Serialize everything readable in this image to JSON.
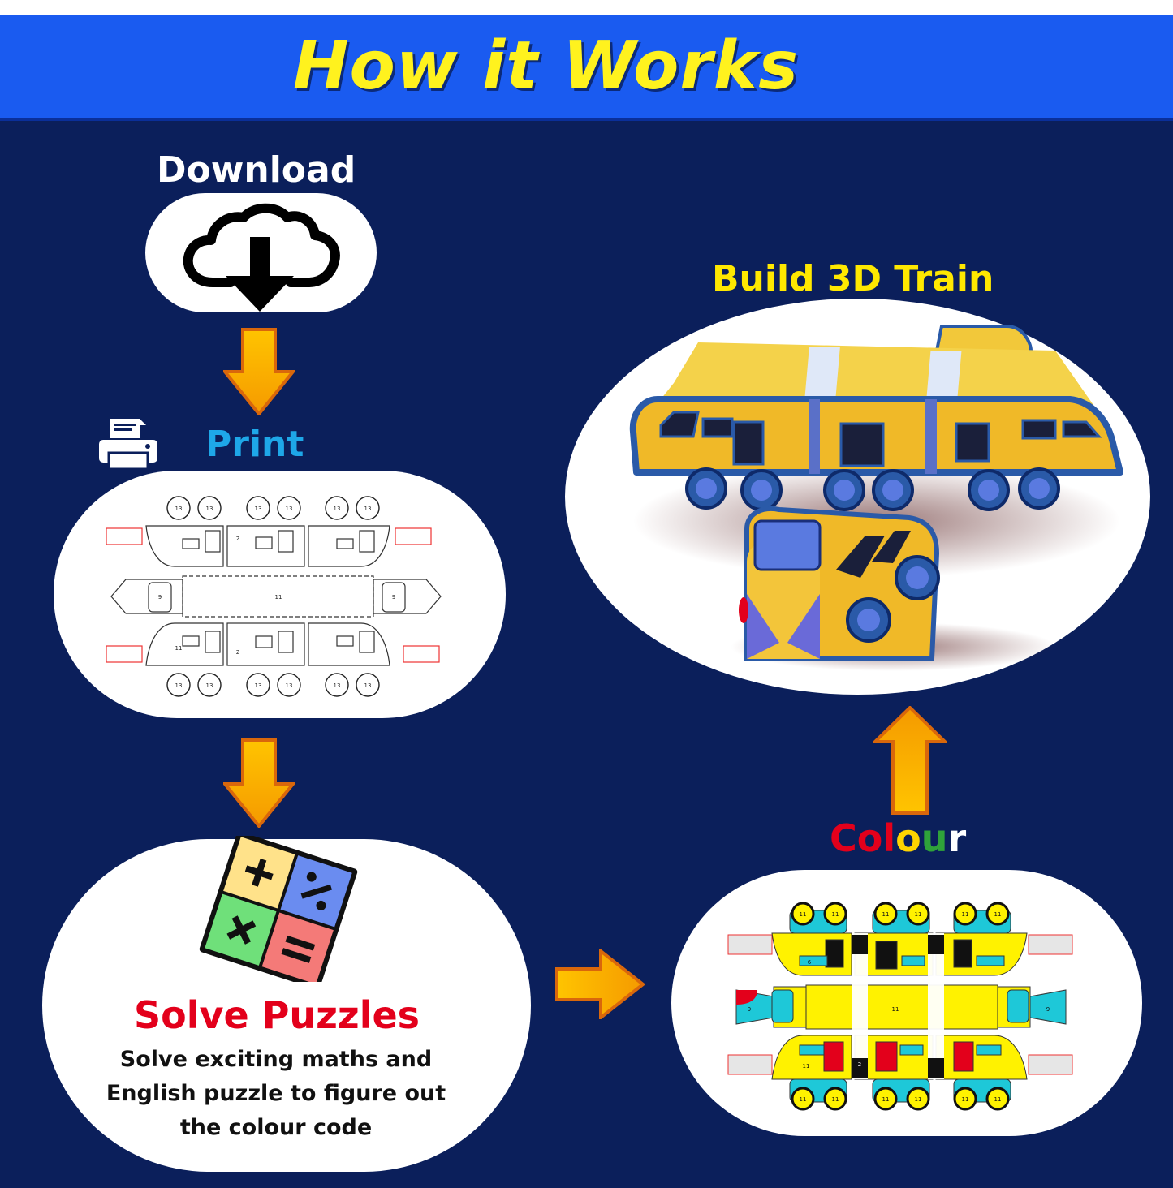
{
  "banner": {
    "title": "How it Works"
  },
  "steps": {
    "download": {
      "label": "Download",
      "icon": "cloud-download-icon"
    },
    "print": {
      "label": "Print",
      "icon": "printer-icon"
    },
    "solve": {
      "label": "Solve Puzzles",
      "description": "Solve exciting maths and English puzzle to figure out the colour code",
      "icon": "math-operators-icon"
    },
    "colour": {
      "letters": [
        {
          "char": "C",
          "color": "#e3001b"
        },
        {
          "char": "o",
          "color": "#e3001b"
        },
        {
          "char": "l",
          "color": "#e3001b"
        },
        {
          "char": "o",
          "color": "#ffd400"
        },
        {
          "char": "u",
          "color": "#2fa23a"
        },
        {
          "char": "r",
          "color": "#ffffff"
        }
      ]
    },
    "build": {
      "label": "Build  3D Train"
    }
  },
  "template_numbers": {
    "a": "13",
    "b": "11",
    "c": "9",
    "d": "6",
    "e": "2"
  },
  "colors": {
    "background": "#0b1f5b",
    "banner": "#1a5bf0",
    "banner_text": "#fff21e",
    "arrow": "#f5a500",
    "print_label": "#1ea7e8",
    "solve_label": "#e3001b",
    "build_label": "#ffe800"
  }
}
